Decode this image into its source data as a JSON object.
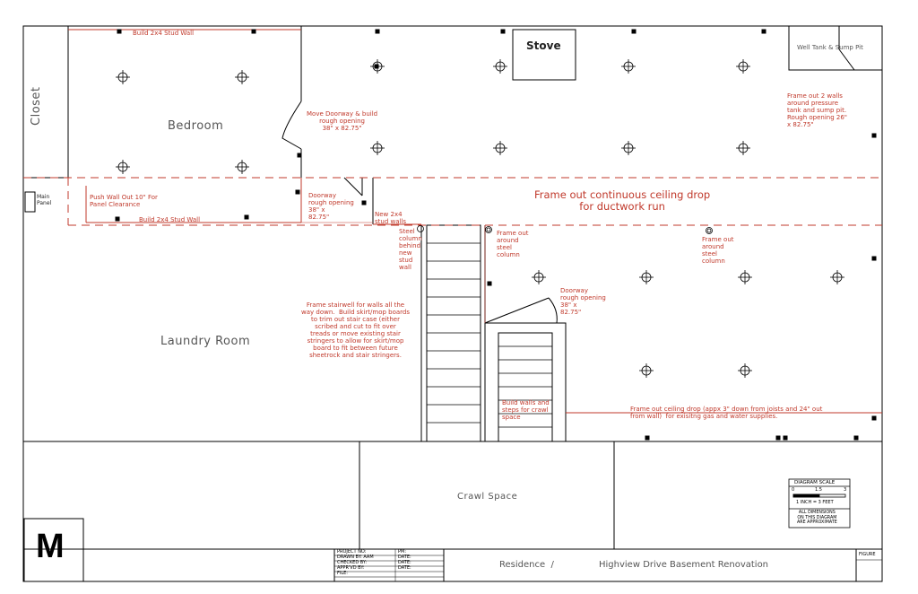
{
  "rooms": {
    "bedroom": "Bedroom",
    "laundry": "Laundry Room",
    "crawl": "Crawl Space",
    "closet": "Closet",
    "stove": "Stove",
    "main_panel": "Main\nPanel"
  },
  "notes": {
    "stud_wall_top": "Build 2x4 Stud Wall",
    "stud_wall_mid": "Build 2x4 Stud Wall",
    "well_tank": "Well Tank & Sump Pit",
    "frame_out_two_walls": "Frame out 2 walls\naround pressure\ntank and sump pit.\nRough opening 26\"\nx 82.75\"",
    "move_doorway": "Move Doorway & build\nrough opening\n38\" x 82.75\"",
    "push_wall": "Push Wall Out 10\" For\nPanel Clearance",
    "doorway_rough_1": "Doorway\nrough opening\n38\" x\n82.75\"",
    "new_stud_walls": "New 2x4\nstud walls",
    "ceiling_drop": "Frame out continuous ceiling drop\nfor ductwork run",
    "steel_col_behind": "Steel\ncolumn\nbehind\nnew\nstud\nwall",
    "frame_around_col_1": "Frame out\naround\nsteel\ncolumn",
    "frame_around_col_2": "Frame out\naround\nsteel\ncolumn",
    "stairwell": "Frame stairwell for walls all the\nway down.  Build skirt/mop boards\nto trim out stair case (either\nscribed and cut to fit over\ntreads or move existing stair\nstringers to allow for skirt/mop\nboard to fit between future\nsheetrock and stair stringers.",
    "doorway_rough_2": "Doorway\nrough opening\n38\" x\n82.75\"",
    "build_walls_steps": "Build walls and\nsteps for crawl\nspace",
    "ceiling_drop_gas": "Frame out ceiling drop (appx 3\" down from joists and 24\" out\nfrom wall)  for exisitng gas and water supplies."
  },
  "scale": {
    "title": "DIAGRAM SCALE",
    "tick_0": "0",
    "tick_mid": "1.5",
    "tick_end": "3",
    "ratio": "1 INCH = 3 FEET",
    "disclaimer": "ALL DIMENSIONS\nON THIS DIAGRAM\nARE APPROXIMATE"
  },
  "title_block": {
    "logo": "M",
    "project_no": "PROJECT NO:",
    "drawn_by": "DRAWN BY: AAM",
    "checked_by": "CHECKED BY:",
    "approved_by": "APPR'VD BY:",
    "file": "FILE:",
    "pm": "PM:",
    "date1": "DATE:",
    "date2": "DATE:",
    "date3": "DATE:",
    "residence": "Residence  /",
    "project_title": "Highview Drive Basement Renovation",
    "figure": "FIGURE"
  },
  "colors": {
    "lines": "#000000",
    "annotation": "#c0392b",
    "dashed": "#c0392b"
  },
  "icons": [
    "light-fixture-icon",
    "outlet-icon"
  ]
}
